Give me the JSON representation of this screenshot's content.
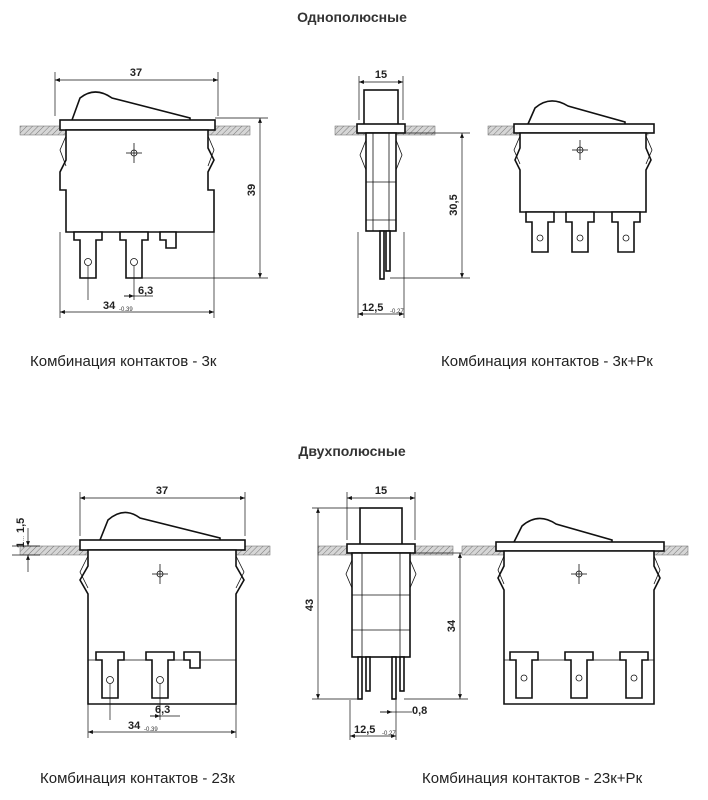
{
  "sections": {
    "single_pole_title": "Однополюсные",
    "double_pole_title": "Двухполюсные"
  },
  "captions": {
    "c1": "Комбинация контактов - 3к",
    "c2": "Комбинация контактов - 3к+Рк",
    "c3": "Комбинация контактов - 23к",
    "c4": "Комбинация контактов - 23к+Рк"
  },
  "dims": {
    "width_37": "37",
    "height_39": "39",
    "pin_pitch": "6,3",
    "base_34": "34",
    "base_34_tol": "-0.39",
    "side_15": "15",
    "side_30_5": "30,5",
    "side_12_5": "12,5",
    "side_12_5_tol": "-0.27",
    "panel_1": "1",
    "panel_1_5": "1,5",
    "panel_ellipsis": "...",
    "side_43": "43",
    "side_34": "34",
    "pin_0_8": "0,8"
  },
  "colors": {
    "panel_hatch": "#c9c9c9",
    "outline": "#111111"
  }
}
